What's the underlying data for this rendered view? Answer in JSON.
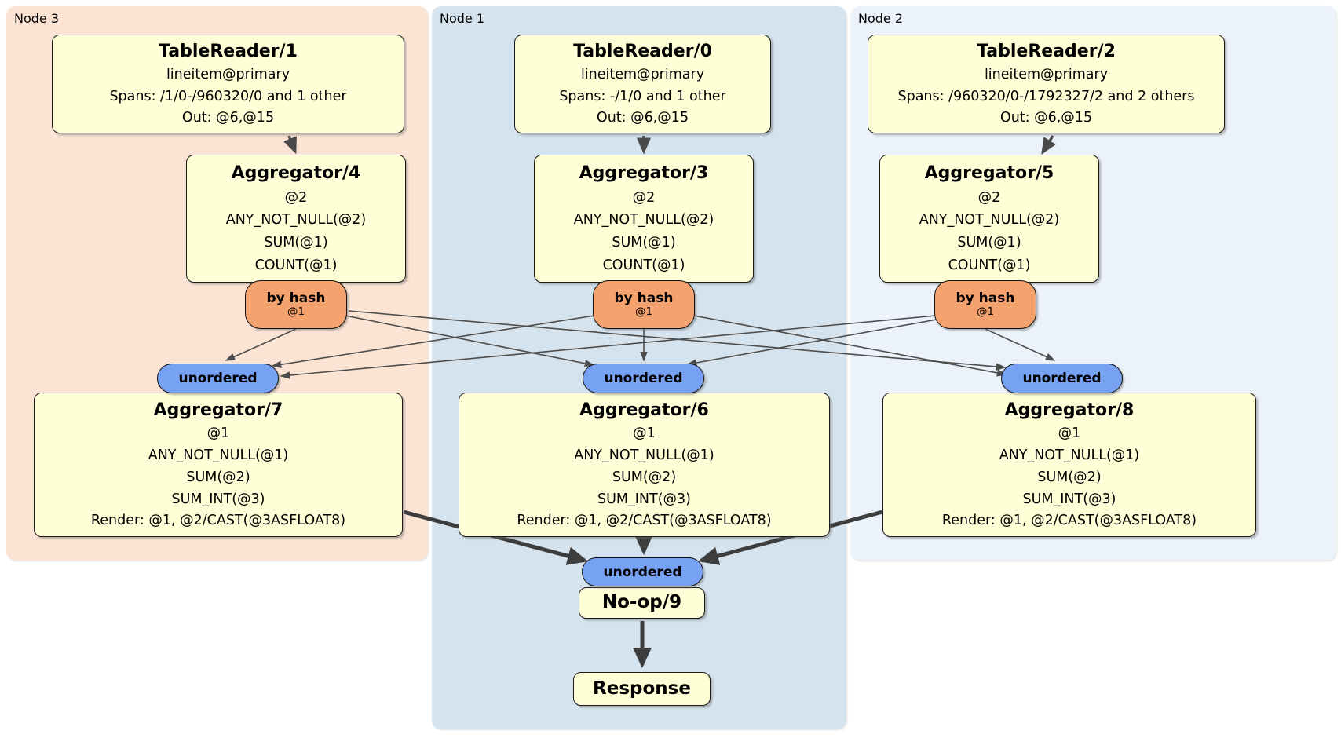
{
  "nodes": {
    "n3": {
      "label": "Node 3"
    },
    "n1": {
      "label": "Node 1"
    },
    "n2": {
      "label": "Node 2"
    }
  },
  "boxes": {
    "tr1": {
      "title": "TableReader/1",
      "lines": [
        "lineitem@primary",
        "Spans: /1/0-/960320/0 and 1 other",
        "Out: @6,@15"
      ]
    },
    "tr0": {
      "title": "TableReader/0",
      "lines": [
        "lineitem@primary",
        "Spans: -/1/0 and 1 other",
        "Out: @6,@15"
      ]
    },
    "tr2": {
      "title": "TableReader/2",
      "lines": [
        "lineitem@primary",
        "Spans: /960320/0-/1792327/2 and 2 others",
        "Out: @6,@15"
      ]
    },
    "agg4": {
      "title": "Aggregator/4",
      "lines": [
        "@2",
        "ANY_NOT_NULL(@2)",
        "SUM(@1)",
        "COUNT(@1)"
      ]
    },
    "agg3": {
      "title": "Aggregator/3",
      "lines": [
        "@2",
        "ANY_NOT_NULL(@2)",
        "SUM(@1)",
        "COUNT(@1)"
      ]
    },
    "agg5": {
      "title": "Aggregator/5",
      "lines": [
        "@2",
        "ANY_NOT_NULL(@2)",
        "SUM(@1)",
        "COUNT(@1)"
      ]
    },
    "agg7": {
      "title": "Aggregator/7",
      "lines": [
        "@1",
        "ANY_NOT_NULL(@1)",
        "SUM(@2)",
        "SUM_INT(@3)",
        "Render: @1, @2/CAST(@3ASFLOAT8)"
      ]
    },
    "agg6": {
      "title": "Aggregator/6",
      "lines": [
        "@1",
        "ANY_NOT_NULL(@1)",
        "SUM(@2)",
        "SUM_INT(@3)",
        "Render: @1, @2/CAST(@3ASFLOAT8)"
      ]
    },
    "agg8": {
      "title": "Aggregator/8",
      "lines": [
        "@1",
        "ANY_NOT_NULL(@1)",
        "SUM(@2)",
        "SUM_INT(@3)",
        "Render: @1, @2/CAST(@3ASFLOAT8)"
      ]
    },
    "noop": {
      "title": "No-op/9"
    },
    "response": {
      "title": "Response"
    }
  },
  "ovals": {
    "by_hash": {
      "label": "by hash",
      "sub": "@1"
    },
    "unordered": {
      "label": "unordered"
    }
  },
  "edges": [
    "TableReader/1 -> Aggregator/4",
    "TableReader/0 -> Aggregator/3",
    "TableReader/2 -> Aggregator/5",
    "Aggregator/4:by-hash(@1) -> Aggregator/7:unordered",
    "Aggregator/4:by-hash(@1) -> Aggregator/6:unordered",
    "Aggregator/4:by-hash(@1) -> Aggregator/8:unordered",
    "Aggregator/3:by-hash(@1) -> Aggregator/7:unordered",
    "Aggregator/3:by-hash(@1) -> Aggregator/6:unordered",
    "Aggregator/3:by-hash(@1) -> Aggregator/8:unordered",
    "Aggregator/5:by-hash(@1) -> Aggregator/7:unordered",
    "Aggregator/5:by-hash(@1) -> Aggregator/6:unordered",
    "Aggregator/5:by-hash(@1) -> Aggregator/8:unordered",
    "Aggregator/7 -> No-op/9:unordered",
    "Aggregator/6 -> No-op/9:unordered",
    "Aggregator/8 -> No-op/9:unordered",
    "No-op/9 -> Response"
  ],
  "colors": {
    "node3_bg": "#fce4d4",
    "node1_bg": "#d4e3ed",
    "node2_bg": "#ecf2fa",
    "box_fill": "#ffffd7",
    "by_hash_fill": "#f5a36e",
    "unordered_fill": "#77a1f2",
    "edge": "#4d4d4d"
  }
}
